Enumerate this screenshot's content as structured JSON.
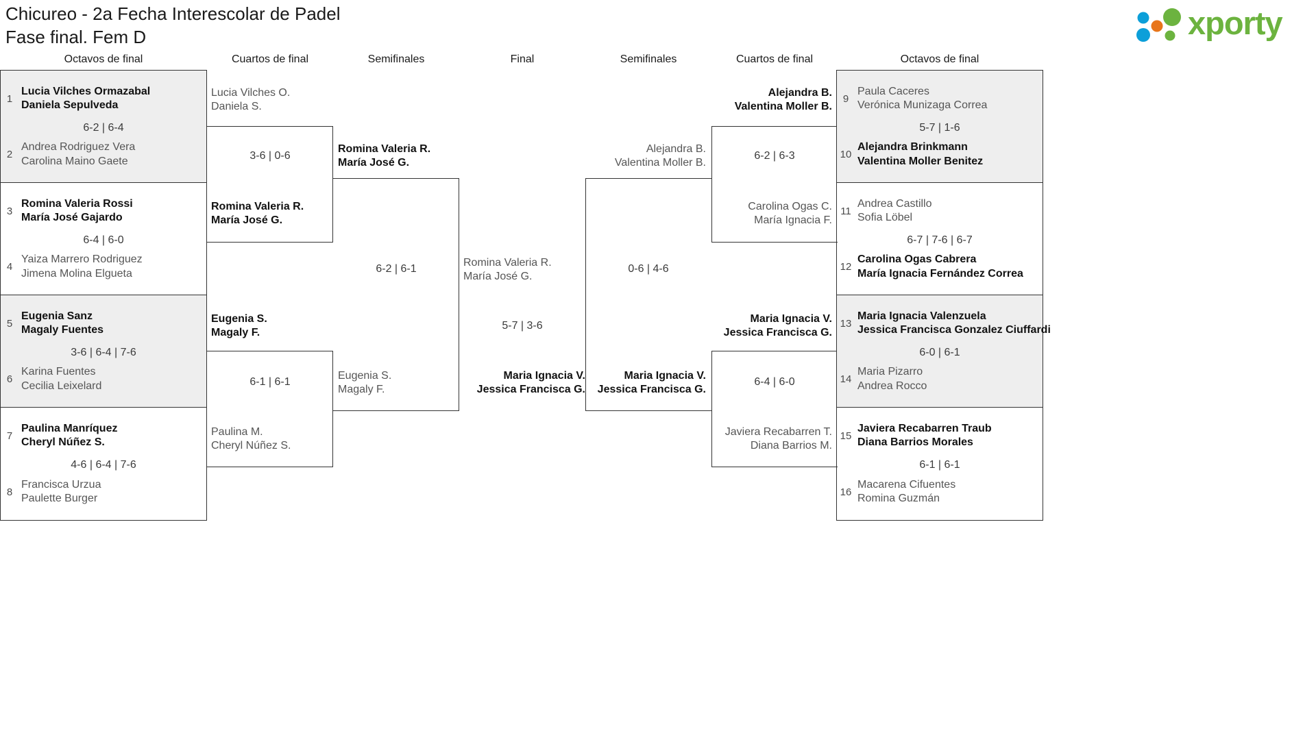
{
  "header": {
    "title_line1": "Chicureo - 2a Fecha Interescolar de Padel",
    "title_line2": "Fase final. Fem D",
    "logo_text": "xporty",
    "logo_colors": {
      "green": "#6cb33f",
      "blue": "#0c9fd9",
      "orange": "#e8751a"
    }
  },
  "round_headers": {
    "left_octavos": "Octavos de final",
    "left_cuartos": "Cuartos de final",
    "left_semis": "Semifinales",
    "final": "Final",
    "right_semis": "Semifinales",
    "right_cuartos": "Cuartos de final",
    "right_octavos": "Octavos de final"
  },
  "left_octavos": [
    {
      "seed": "1",
      "p1": "Lucia Vilches Ormazabal",
      "p2": "Daniela Sepulveda",
      "winner": true
    },
    {
      "seed": "2",
      "p1": "Andrea Rodriguez Vera",
      "p2": "Carolina Maino Gaete",
      "winner": false
    },
    {
      "seed": "3",
      "p1": "Romina Valeria Rossi",
      "p2": "María José Gajardo",
      "winner": true
    },
    {
      "seed": "4",
      "p1": "Yaiza Marrero Rodriguez",
      "p2": "Jimena Molina Elgueta",
      "winner": false
    },
    {
      "seed": "5",
      "p1": "Eugenia Sanz",
      "p2": "Magaly Fuentes",
      "winner": true
    },
    {
      "seed": "6",
      "p1": "Karina Fuentes",
      "p2": "Cecilia Leixelard",
      "winner": false
    },
    {
      "seed": "7",
      "p1": "Paulina Manríquez",
      "p2": "Cheryl Núñez S.",
      "winner": true
    },
    {
      "seed": "8",
      "p1": "Francisca Urzua",
      "p2": "Paulette Burger",
      "winner": false
    }
  ],
  "left_octavos_scores": [
    "6-2 | 6-4",
    "6-4 | 6-0",
    "3-6 | 6-4 | 7-6",
    "4-6 | 6-4 | 7-6"
  ],
  "left_cuartos": [
    {
      "p1": "Lucia Vilches O.",
      "p2": "Daniela S.",
      "winner": false
    },
    {
      "p1": "Romina Valeria R.",
      "p2": "María José G.",
      "winner": true
    },
    {
      "p1": "Eugenia S.",
      "p2": "Magaly F.",
      "winner": true
    },
    {
      "p1": "Paulina M.",
      "p2": "Cheryl Núñez S.",
      "winner": false
    }
  ],
  "left_cuartos_scores": [
    "3-6 | 0-6",
    "6-1 | 6-1"
  ],
  "left_semis": [
    {
      "p1": "Romina Valeria R.",
      "p2": "María José G.",
      "winner": true
    },
    {
      "p1": "Eugenia S.",
      "p2": "Magaly F.",
      "winner": false
    }
  ],
  "left_semis_scores": [
    "6-2 | 6-1"
  ],
  "final": {
    "left_team": {
      "p1": "Romina Valeria R.",
      "p2": "María José G.",
      "winner": false
    },
    "right_team": {
      "p1": "Maria Ignacia V.",
      "p2": "Jessica Francisca G.",
      "winner": true
    },
    "score": "5-7 | 3-6"
  },
  "right_semis": [
    {
      "p1": "Alejandra B.",
      "p2": "Valentina Moller B.",
      "winner": false
    },
    {
      "p1": "Maria Ignacia V.",
      "p2": "Jessica Francisca G.",
      "winner": true
    }
  ],
  "right_semis_scores": [
    "0-6 | 4-6"
  ],
  "right_cuartos": [
    {
      "p1": "Alejandra B.",
      "p2": "Valentina Moller B.",
      "winner": true
    },
    {
      "p1": "Carolina Ogas C.",
      "p2": "María Ignacia F.",
      "winner": false
    },
    {
      "p1": "Maria Ignacia V.",
      "p2": "Jessica Francisca G.",
      "winner": true
    },
    {
      "p1": "Javiera Recabarren T.",
      "p2": "Diana Barrios M.",
      "winner": false
    }
  ],
  "right_cuartos_scores": [
    "6-2 | 6-3",
    "6-4 | 6-0"
  ],
  "right_octavos": [
    {
      "seed": "9",
      "p1": "Paula Caceres",
      "p2": "Verónica Munizaga Correa",
      "winner": false
    },
    {
      "seed": "10",
      "p1": "Alejandra Brinkmann",
      "p2": "Valentina Moller Benitez",
      "winner": true
    },
    {
      "seed": "11",
      "p1": "Andrea Castillo",
      "p2": "Sofia Löbel",
      "winner": false
    },
    {
      "seed": "12",
      "p1": "Carolina Ogas Cabrera",
      "p2": "María Ignacia Fernández Correa",
      "winner": true
    },
    {
      "seed": "13",
      "p1": "Maria Ignacia Valenzuela",
      "p2": "Jessica Francisca Gonzalez Ciuffardi",
      "winner": true
    },
    {
      "seed": "14",
      "p1": "Maria Pizarro",
      "p2": "Andrea Rocco",
      "winner": false
    },
    {
      "seed": "15",
      "p1": "Javiera Recabarren Traub",
      "p2": "Diana Barrios Morales",
      "winner": true
    },
    {
      "seed": "16",
      "p1": "Macarena Cifuentes",
      "p2": "Romina Guzmán",
      "winner": false
    }
  ],
  "right_octavos_scores": [
    "5-7 | 1-6",
    "6-7 | 7-6 | 6-7",
    "6-0 | 6-1",
    "6-1 | 6-1"
  ]
}
